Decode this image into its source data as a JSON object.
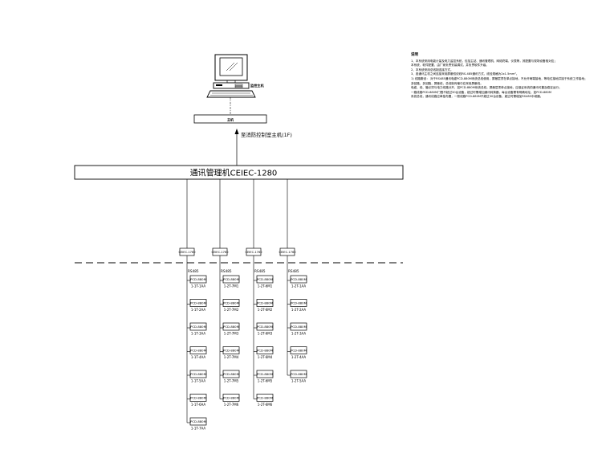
{
  "workstation": {
    "label": "监控主机"
  },
  "bus_box": {
    "label": "主机"
  },
  "vertical_label": "至消防控制室主机(1F)",
  "gateway": {
    "label": "通讯管理机CEIEC-1280"
  },
  "converters": [
    {
      "label": "CEIEC-1760"
    },
    {
      "label": "CEIEC-1760"
    },
    {
      "label": "CEIEC-1760"
    },
    {
      "label": "CEIEC-1760"
    }
  ],
  "bus_label": "RS485",
  "columns": [
    {
      "devices": [
        {
          "model": "PCD-880M",
          "id": "1-1T-1AA"
        },
        {
          "model": "PCD-880M",
          "id": "1-1T-2AA"
        },
        {
          "model": "PCD-880M",
          "id": "1-1T-3AA"
        },
        {
          "model": "PCD-880M",
          "id": "1-1T-4AA"
        },
        {
          "model": "PCD-880M",
          "id": "1-1T-5AA"
        },
        {
          "model": "PCD-880M",
          "id": "1-1T-6AA"
        },
        {
          "model": "PCD-880M",
          "id": "1-1T-7AA"
        }
      ]
    },
    {
      "devices": [
        {
          "model": "PCD-880M",
          "id": "1-2T-7M1"
        },
        {
          "model": "PCD-880M",
          "id": "1-2T-7M2"
        },
        {
          "model": "PCD-880M",
          "id": "1-2T-7M3"
        },
        {
          "model": "PCD-880M",
          "id": "1-2T-7M4"
        },
        {
          "model": "PCD-880M",
          "id": "1-2T-7M5"
        },
        {
          "model": "PCD-880M",
          "id": "1-2T-7M6"
        }
      ]
    },
    {
      "devices": [
        {
          "model": "PCD-880M",
          "id": "1-2T-6M1"
        },
        {
          "model": "PCD-880M",
          "id": "1-2T-6M2"
        },
        {
          "model": "PCD-880M",
          "id": "1-2T-6M3"
        },
        {
          "model": "PCD-880M",
          "id": "1-2T-6M4"
        },
        {
          "model": "PCD-880M",
          "id": "1-2T-6M5"
        },
        {
          "model": "PCD-880M",
          "id": "1-2T-6M6"
        }
      ]
    },
    {
      "devices": [
        {
          "model": "PCD-880M",
          "id": "1-2T-1AA"
        },
        {
          "model": "PCD-880M",
          "id": "1-2T-2AA"
        },
        {
          "model": "PCD-880M",
          "id": "1-2T-3AA"
        },
        {
          "model": "PCD-880M",
          "id": "1-2T-4AA"
        },
        {
          "model": "PCD-880M",
          "id": "1-2T-5AA"
        }
      ]
    }
  ],
  "notes": {
    "title": "说明",
    "lines": [
      "1、本系统采用电能计量及电力监控系统，包括主站、通讯管理机、网络终端、仪表等，其配置与现场设备相对应；",
      "   本系统、软件配置，由厂家负责安装调试，并负责软件升级。",
      "2、本系统采用总线制连接方式。",
      "3、各通讯主机之间连接采用屏蔽双绞线RS-485通讯方式，线径规格为2x1.5mm²。",
      "1) 线路敷设：  对于RS485通讯电缆PCD-880M系统总线使用，屏蔽层须在单点接地，不允许两端接地，等电位接地并接于系统工作接地；",
      "   多回路、多回路，屏蔽线，总线制传输中应采用屏蔽线。",
      "   电缆、线、管必须与电力线路分开，如PCD-880M系统总线，屏蔽层须单点接地，应保证系统的通讯可靠及稳定运行；",
      "   一路线路PCD-880M门限不超过30台设备，超过时需增加通讯转换器，每台设备需有明确地址，如PCD-880M",
      "   系统总线，通讯线路应单独布置，一般线路PCD-880M不超过30台设备，超过时需增加RS485中继器。"
    ]
  }
}
